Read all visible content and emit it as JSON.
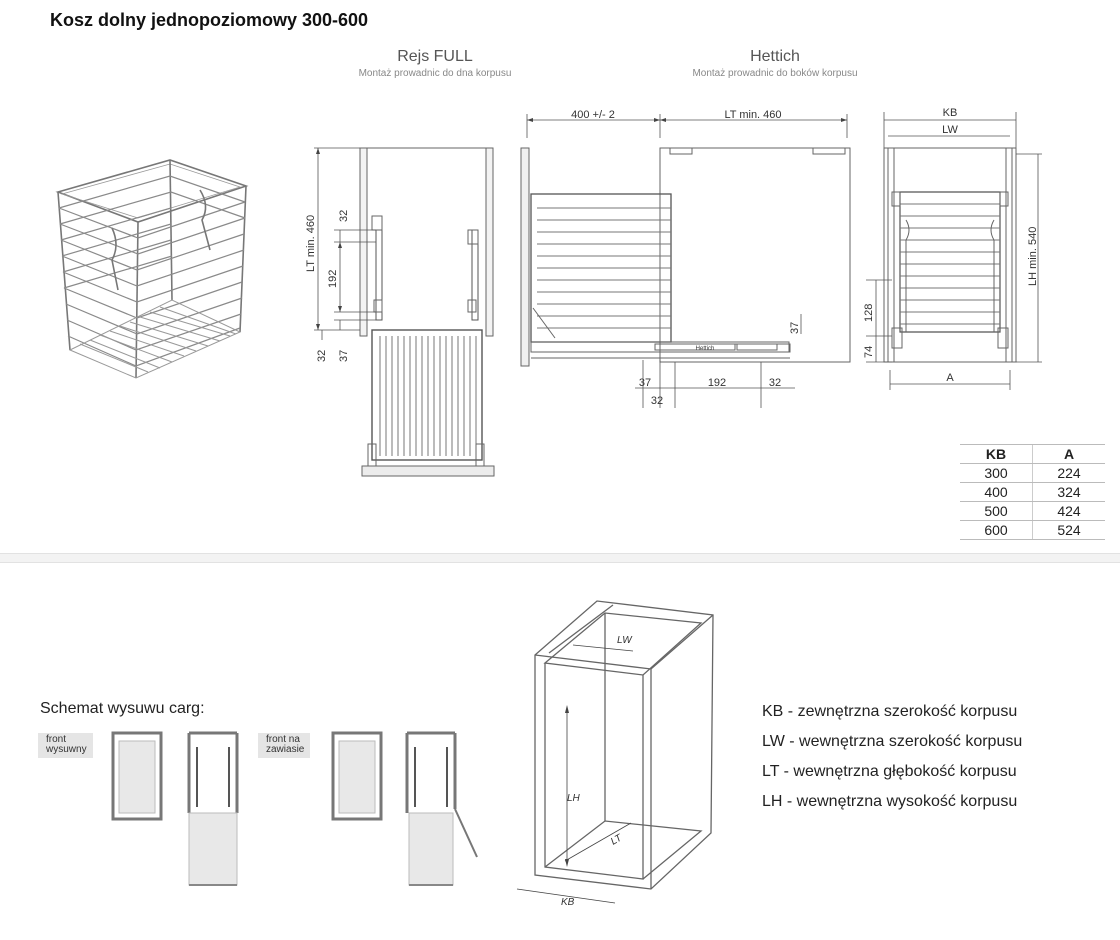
{
  "title": "Kosz dolny jednopoziomowy 300-600",
  "columns": [
    {
      "heading": "Rejs FULL",
      "subheading": "Montaż prowadnic do dna korpusu"
    },
    {
      "heading": "Hettich",
      "subheading": "Montaż prowadnic do boków korpusu"
    }
  ],
  "rejs_dims": {
    "lt": "LT min. 460",
    "d32_top": "32",
    "d192": "192",
    "d32_bottom": "32",
    "d37": "37"
  },
  "hettich_dims": {
    "front_depth": "400 +/- 2",
    "lt": "LT min. 460",
    "d37_side": "37",
    "d37": "37",
    "d192": "192",
    "d32_right": "32",
    "d32_below": "32",
    "brand": "Hettich"
  },
  "front_view_dims": {
    "kb": "KB",
    "lw": "LW",
    "lh": "LH min. 540",
    "d128": "128",
    "d74": "74",
    "a": "A"
  },
  "dimension_table": {
    "headers": [
      "KB",
      "A"
    ],
    "rows": [
      [
        "300",
        "224"
      ],
      [
        "400",
        "324"
      ],
      [
        "500",
        "424"
      ],
      [
        "600",
        "524"
      ]
    ]
  },
  "schema": {
    "title": "Schemat wysuwu carg:",
    "front_sliding_label": [
      "front",
      "wysuwny"
    ],
    "front_hinged_label": [
      "front na",
      "zawiasie"
    ]
  },
  "cabinet_labels": {
    "lw": "LW",
    "lh": "LH",
    "lt": "LT",
    "kb": "KB"
  },
  "legend": [
    "KB - zewnętrzna szerokość korpusu",
    "LW - wewnętrzna szerokość korpusu",
    "LT - wewnętrzna głębokość korpusu",
    "LH - wewnętrzna wysokość korpusu"
  ]
}
